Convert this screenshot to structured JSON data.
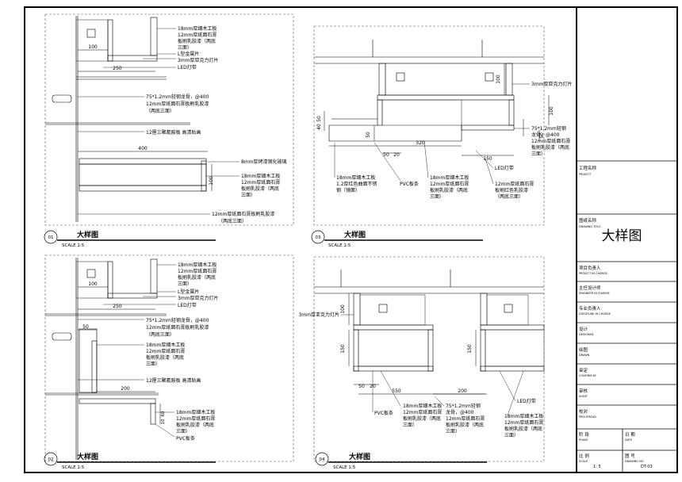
{
  "title_block": {
    "project_name_cn": "工程名称",
    "project_name_en": "PROJECT",
    "drawing_title_cn": "图纸名称",
    "drawing_title_en": "DRAWING TITLE",
    "drawing_title_value": "大样图",
    "rows": [
      {
        "cn": "项目负责人",
        "en": "PROJECT IN CHARGE"
      },
      {
        "cn": "主任设计师",
        "en": "ENGINEER IN CHARGE"
      },
      {
        "cn": "专业负责人",
        "en": "DISCIPLINE IN CHARGE"
      },
      {
        "cn": "设计",
        "en": "DESIGNED"
      },
      {
        "cn": "绘图",
        "en": "DRAWN"
      },
      {
        "cn": "审定",
        "en": "CONFIRM BY"
      },
      {
        "cn": "审核",
        "en": "AUDIT"
      },
      {
        "cn": "校对",
        "en": "PROOFREAD"
      }
    ],
    "phase_cn": "阶 段",
    "phase_en": "PHASE",
    "date_cn": "日 期",
    "date_en": "DATE",
    "scale_cn": "比 例",
    "scale_en": "SCALE",
    "scale_value": "1: 5",
    "drawing_no_cn": "图 号",
    "drawing_no_en": "DRAWING NO",
    "drawing_no_value": "DT-03"
  },
  "details": [
    {
      "num": "01",
      "title": "大样图",
      "scale": "SCALE 1:5"
    },
    {
      "num": "03",
      "title": "大样图",
      "scale": "SCALE 1:5"
    },
    {
      "num": "02",
      "title": "大样图",
      "scale": "SCALE 1:5"
    },
    {
      "num": "04",
      "title": "大样图",
      "scale": "SCALE 1:5"
    }
  ],
  "d1": {
    "labels": [
      "18mm厚细木工板",
      "12mm厚纸面石膏",
      "板刷乳胶漆（两底",
      "三面）",
      "L型金属片",
      "3mm厚亚克力灯片",
      "LED灯带",
      "75*1.2mm轻钢龙骨，@400",
      "12mm厚纸面石膏板刷乳胶漆",
      "（两底三面）",
      "12厘三聚氰胺板 高清贴画",
      "8mm厚烤漆钢化玻璃",
      "18mm厚细木工板",
      "12mm厚纸面石膏",
      "板刷乳胶漆（两底",
      "三面）",
      "12mm厚纸面石膏板刷乳胶漆",
      "（两底三面）"
    ],
    "dims": [
      "100",
      "250",
      "400",
      "100"
    ]
  },
  "d2": {
    "labels": [
      "18mm厚细木工板",
      "12mm厚纸面石膏",
      "板刷乳胶漆（两底",
      "三面）",
      "L型金属片",
      "3mm厚亚克力灯片",
      "LED灯带",
      "75*1.2mm轻钢龙骨，@400",
      "12mm厚纸面石膏板刷乳胶漆",
      "（两底三面）",
      "18mm厚细木工板",
      "12mm厚纸面石膏",
      "板刷乳胶漆（两底",
      "三面）",
      "12厘三聚氰胺板 高清贴画",
      "18mm厚细木工板",
      "12mm厚纸面石膏",
      "板刷乳胶漆（两底",
      "三面）",
      "PVC板条"
    ],
    "dims": [
      "100",
      "250",
      "50",
      "200",
      "60",
      "10"
    ]
  },
  "d3": {
    "labels": [
      "3mm厚亚克力灯片",
      "75*1.2mm轻钢",
      "龙骨，@400",
      "12mm厚纸面石膏",
      "板刷乳胶漆（两底",
      "三面）",
      "18mm厚细木工板",
      "1.2厚红色曲面不锈",
      "钢（镜面）",
      "PVC板条",
      "18mm厚细木工板",
      "12mm厚纸面石膏",
      "板刷乳胶漆（两底",
      "三面）",
      "LED灯带",
      "12mm厚纸面石膏",
      "板刷红色乳胶漆",
      "（两底三面）"
    ],
    "dims": [
      "100",
      "50",
      "40",
      "50",
      "20",
      "320",
      "150",
      "50",
      "100",
      "50"
    ]
  },
  "d4": {
    "labels": [
      "3mm厚亚克力灯片",
      "18mm厚细木工板",
      "12mm厚纸面石膏",
      "板刷乳胶漆（两底",
      "三面）",
      "PVC板条",
      "75*1.2mm轻钢",
      "龙骨，@400",
      "12mm厚纸面石膏",
      "板刷乳胶漆（两底",
      "三面）",
      "LED灯带",
      "18mm厚细木工板",
      "12mm厚纸面石膏",
      "板刷乳胶漆（两底",
      "三面）"
    ],
    "dims": [
      "100",
      "150",
      "150",
      "50",
      "20",
      "550",
      "200"
    ]
  }
}
